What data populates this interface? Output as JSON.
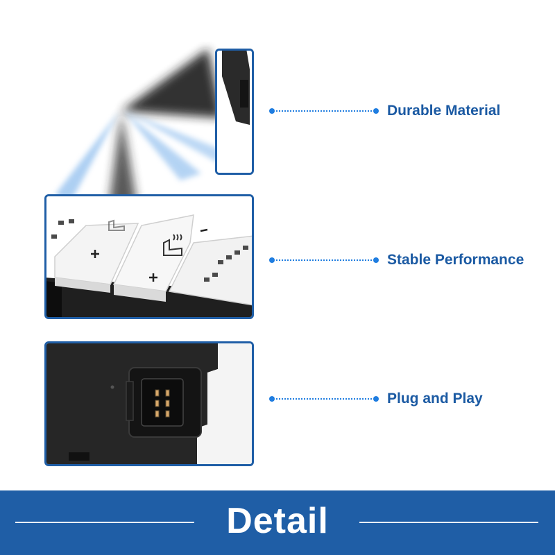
{
  "features": [
    {
      "label": "Durable Material"
    },
    {
      "label": "Stable Performance"
    },
    {
      "label": "Plug and Play"
    }
  ],
  "banner": {
    "title": "Detail"
  },
  "icons": [
    "heated-seat-icon",
    "plus-icon",
    "minus-icon"
  ],
  "colors": {
    "accent": "#1f5ea6",
    "dots": "#1f7de0",
    "label": "#1b5aa3"
  }
}
